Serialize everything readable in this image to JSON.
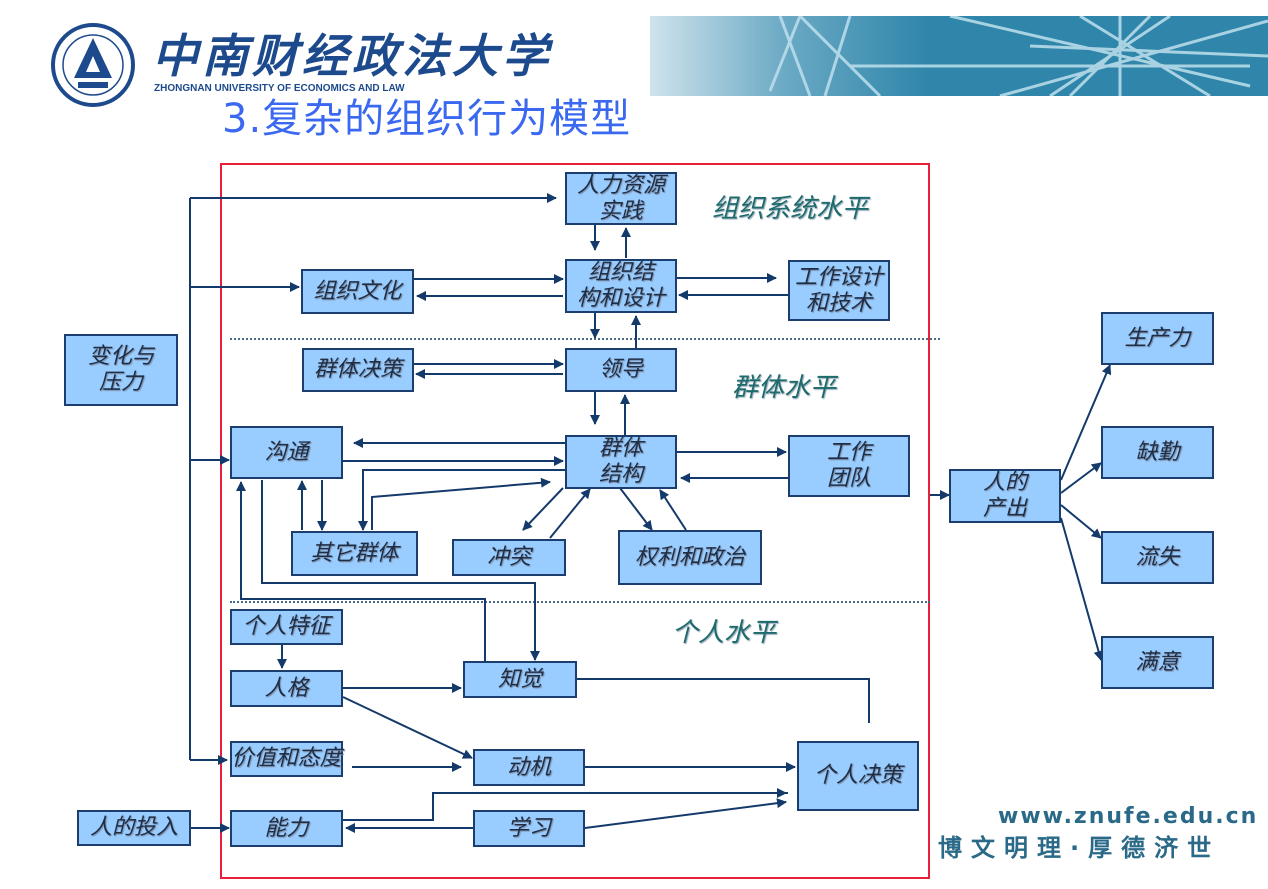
{
  "header": {
    "university_cn": "中南财经政法大学",
    "university_en": "ZHONGNAN UNIVERSITY OF ECONOMICS AND LAW",
    "slide_title": "3.复杂的组织行为模型"
  },
  "levels": {
    "organization": "组织系统水平",
    "group": "群体水平",
    "individual": "个人水平"
  },
  "boxes": {
    "change_pressure": "变化与\n压力",
    "human_input": "人的投入",
    "hr_practice": "人力资源\n实践",
    "org_culture": "组织文化",
    "org_structure": "组织结\n构和设计",
    "job_design": "工作设计\n和技术",
    "group_decision": "群体决策",
    "leadership": "领导",
    "communication": "沟通",
    "group_structure": "群体\n结构",
    "work_team": "工作\n团队",
    "other_groups": "其它群体",
    "conflict": "冲突",
    "power_politics": "权利和政治",
    "personal_traits": "个人特征",
    "personality": "人格",
    "perception": "知觉",
    "values_attitudes": "价值和态度",
    "motivation": "动机",
    "individual_decision": "个人决策",
    "ability": "能力",
    "learning": "学习",
    "human_output": "人的\n产出",
    "productivity": "生产力",
    "absenteeism": "缺勤",
    "turnover": "流失",
    "satisfaction": "满意"
  },
  "footer": {
    "url": "www.znufe.edu.cn",
    "motto": "博文明理·厚德济世"
  },
  "colors": {
    "box_fill": "#99ccff",
    "box_border": "#1b3e6e",
    "frame": "#e8203a",
    "title": "#3a68f0",
    "level_label": "#1e6b6b"
  }
}
